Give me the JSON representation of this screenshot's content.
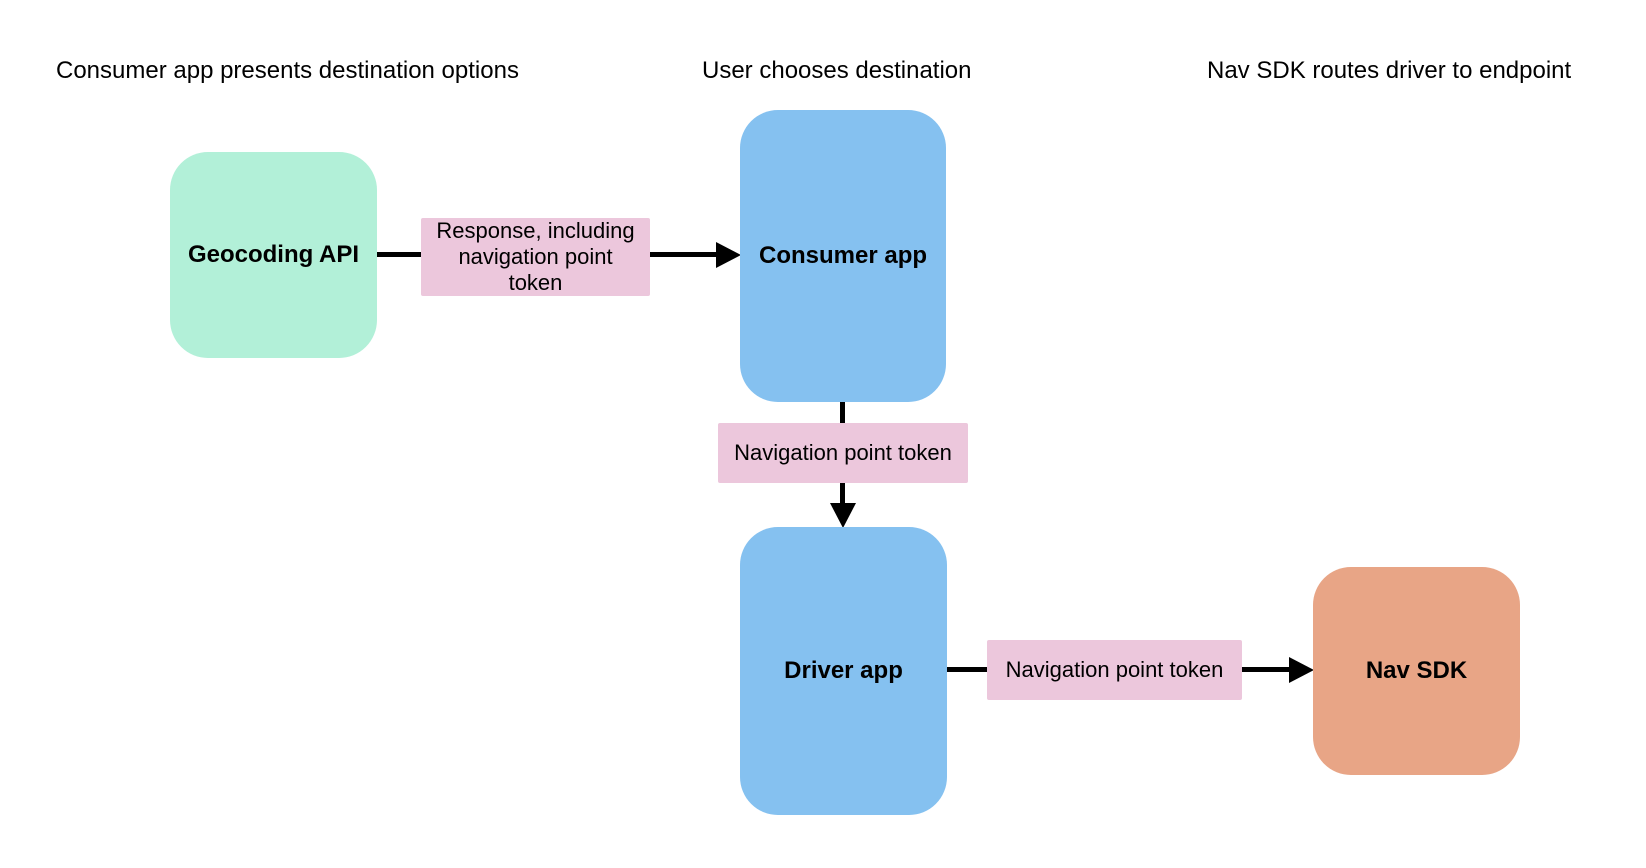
{
  "diagram": {
    "background": "#ffffff",
    "stage_headings": [
      {
        "label": "Consumer app presents destination options"
      },
      {
        "label": "User chooses destination"
      },
      {
        "label": "Nav SDK routes driver to endpoint"
      }
    ],
    "nodes": [
      {
        "id": "geocoding-api",
        "label": "Geocoding API",
        "fill": "#b2f0d8"
      },
      {
        "id": "consumer-app",
        "label": "Consumer app",
        "fill": "#85c1f0"
      },
      {
        "id": "driver-app",
        "label": "Driver app",
        "fill": "#85c1f0"
      },
      {
        "id": "nav-sdk",
        "label": "Nav SDK",
        "fill": "#e8a586"
      }
    ],
    "edges": [
      {
        "from": "Geocoding API",
        "to": "Consumer app",
        "label": "Response, including navigation point token",
        "label_bg": "#ecc7dc"
      },
      {
        "from": "Consumer app",
        "to": "Driver app",
        "label": "Navigation point token",
        "label_bg": "#ecc7dc"
      },
      {
        "from": "Driver app",
        "to": "Nav SDK",
        "label": "Navigation point token",
        "label_bg": "#ecc7dc"
      }
    ],
    "colors": {
      "arrow": "#000000",
      "text": "#000000"
    }
  }
}
